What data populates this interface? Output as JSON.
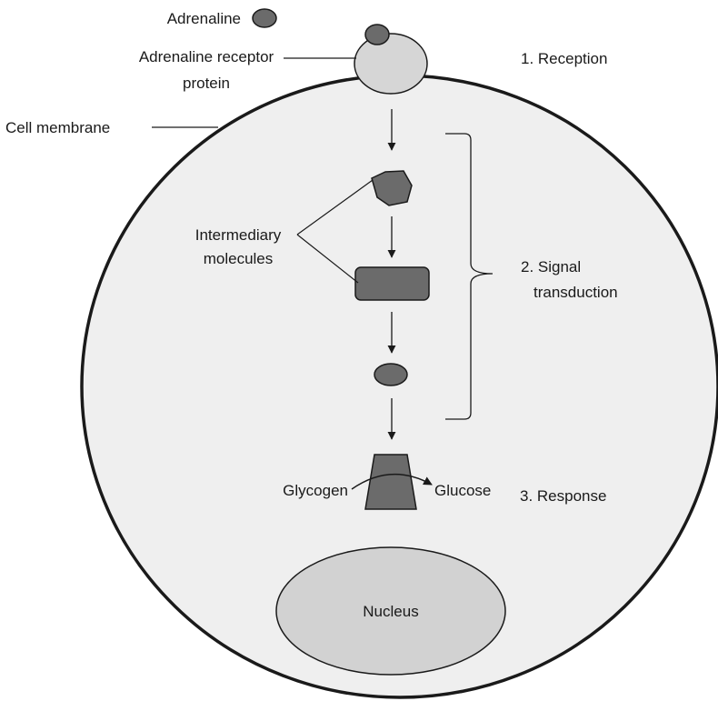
{
  "labels": {
    "adrenaline": "Adrenaline",
    "receptor_line1": "Adrenaline receptor",
    "receptor_line2": "protein",
    "cell_membrane": "Cell membrane",
    "intermediary_line1": "Intermediary",
    "intermediary_line2": "molecules",
    "glycogen": "Glycogen",
    "glucose": "Glucose",
    "nucleus": "Nucleus"
  },
  "steps": {
    "reception": "1. Reception",
    "signal_line1": "2. Signal",
    "signal_line2": "transduction",
    "response": "3. Response"
  },
  "colors": {
    "cell_fill": "#efefef",
    "receptor_fill": "#d6d6d6",
    "molecule_fill": "#6b6b6b",
    "nucleus_fill": "#d2d2d2",
    "stroke": "#1a1a1a"
  }
}
